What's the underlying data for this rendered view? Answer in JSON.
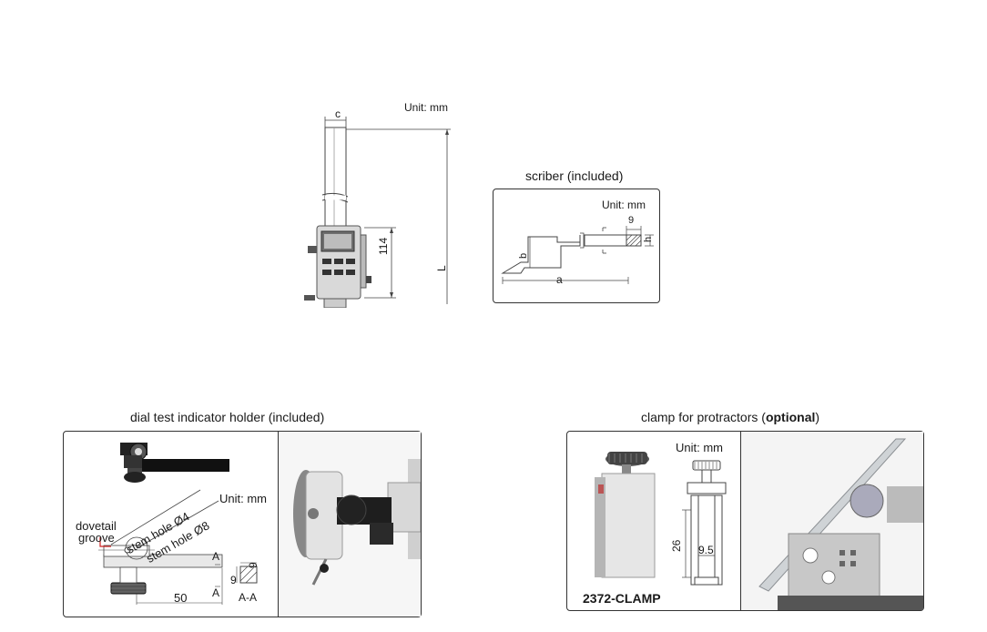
{
  "height_gauge": {
    "unit_label": "Unit: mm",
    "dim_c": "c",
    "dim_114": "114",
    "dim_L": "L"
  },
  "scriber": {
    "title": "scriber (included)",
    "unit_label": "Unit: mm",
    "dim_9": "9",
    "dim_h": "h",
    "dim_b": "b",
    "dim_a": "a"
  },
  "dial_holder": {
    "title": "dial test indicator holder (included)",
    "unit_label": "Unit: mm",
    "dovetail_line1": "dovetail",
    "dovetail_line2": "groove",
    "stem_hole_4": "stem hole Ø4",
    "stem_hole_8": "stem hole Ø8",
    "section_A_top": "A",
    "section_A_bottom": "A",
    "dim_50": "50",
    "dim_9_left": "9",
    "dim_9_top": "9",
    "section_label": "A-A"
  },
  "clamp": {
    "title_prefix": "clamp for protractors (",
    "title_bold": "optional",
    "title_suffix": ")",
    "unit_label": "Unit: mm",
    "dim_26": "26",
    "dim_9_5": "9.5",
    "model": "2372-CLAMP"
  }
}
